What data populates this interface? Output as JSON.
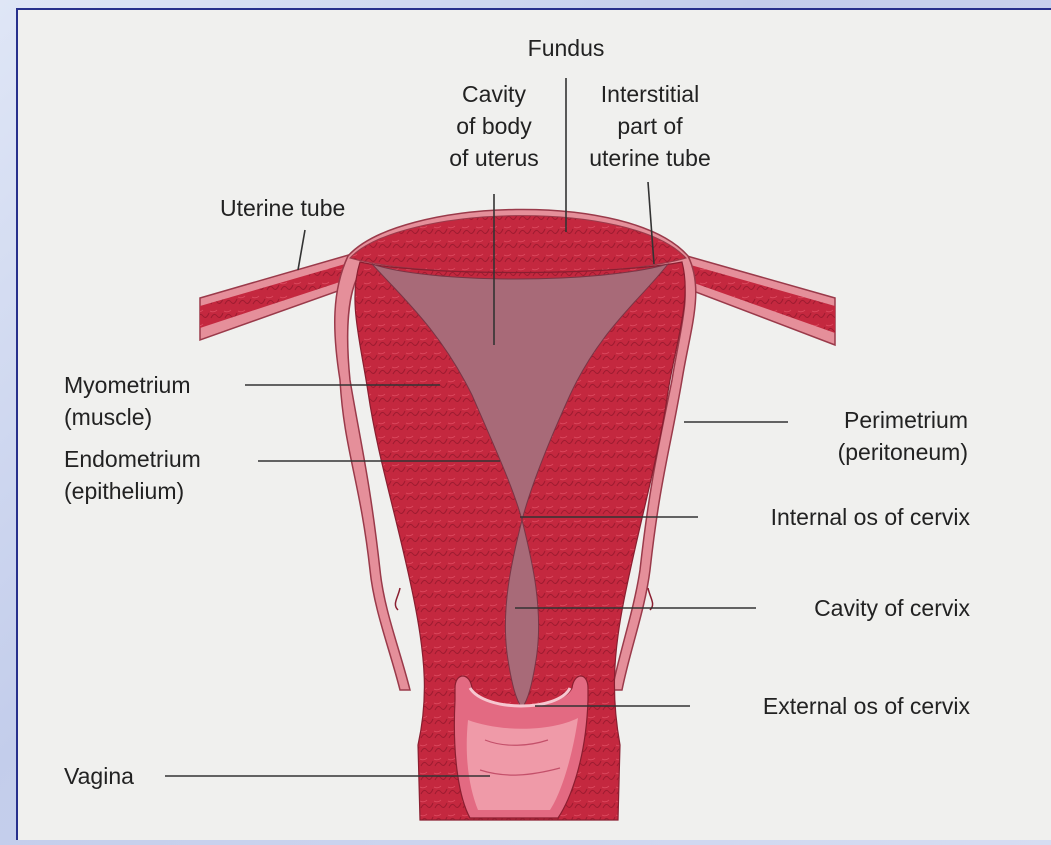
{
  "colors": {
    "background": "#f0f0ee",
    "frame": "#27308c",
    "perimetrium": "#e58f9a",
    "myometrium": "#c4283f",
    "cavity": "#a86a78",
    "vagina_lining": "#e36a82",
    "leader": "#333333"
  },
  "labels": {
    "fundus": "Fundus",
    "cavity_body": [
      "Cavity",
      "of body",
      "of uterus"
    ],
    "interstitial": [
      "Interstitial",
      "part of",
      "uterine tube"
    ],
    "uterine_tube": "Uterine tube",
    "myometrium": [
      "Myometrium",
      "(muscle)"
    ],
    "endometrium": [
      "Endometrium",
      "(epithelium)"
    ],
    "perimetrium": [
      "Perimetrium",
      "(peritoneum)"
    ],
    "internal_os": "Internal os of cervix",
    "cavity_cervix": "Cavity of cervix",
    "external_os": "External os of cervix",
    "vagina": "Vagina"
  }
}
